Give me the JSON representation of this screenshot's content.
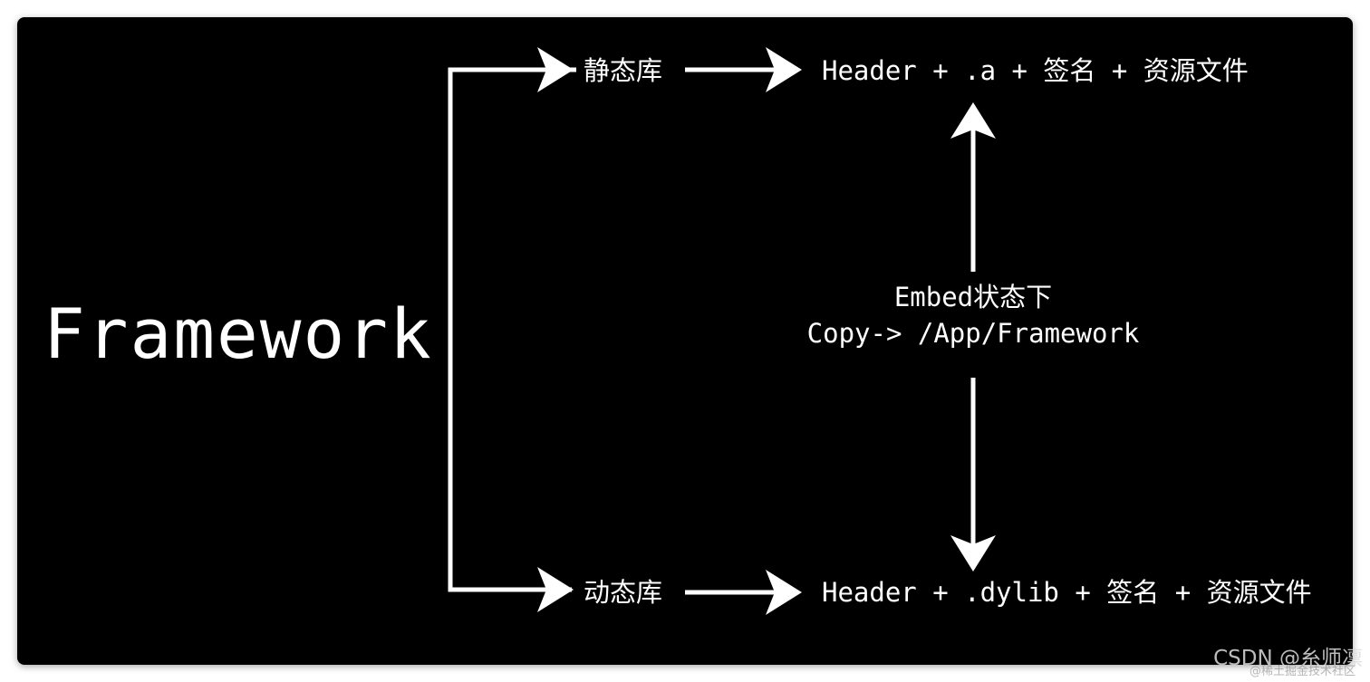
{
  "diagram": {
    "title": "Framework",
    "branches": [
      {
        "label": "静态库",
        "formula": "Header + .a + 签名 + 资源文件"
      },
      {
        "label": "动态库",
        "formula": "Header + .dylib + 签名 + 资源文件"
      }
    ],
    "embed_note": {
      "line1": "Embed状态下",
      "line2": "Copy-> /App/Framework"
    },
    "colors": {
      "background": "#000000",
      "foreground": "#ffffff",
      "page": "#ffffff"
    }
  },
  "watermark": {
    "text": "CSDN @糸师凛",
    "subtext": "@稀土掘金技术社区"
  }
}
